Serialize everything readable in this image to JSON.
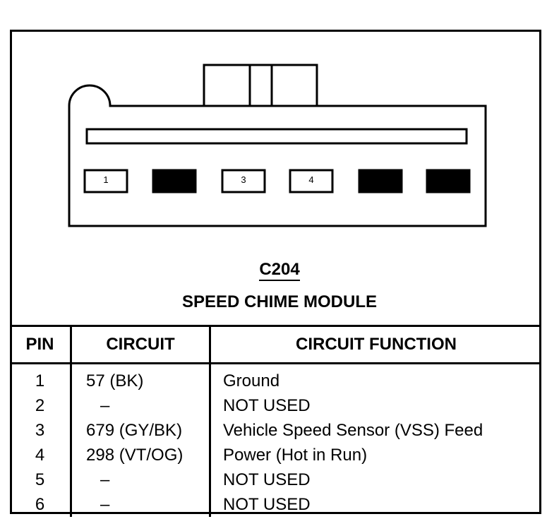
{
  "connector": {
    "id": "C204",
    "name": "SPEED CHIME MODULE",
    "cavities": [
      {
        "label": "1",
        "used": true
      },
      {
        "label": "",
        "used": false
      },
      {
        "label": "3",
        "used": true
      },
      {
        "label": "4",
        "used": true
      },
      {
        "label": "",
        "used": false
      },
      {
        "label": "",
        "used": false
      }
    ]
  },
  "table": {
    "headers": {
      "pin": "PIN",
      "circuit": "CIRCUIT",
      "function": "CIRCUIT FUNCTION"
    },
    "rows": [
      {
        "pin": "1",
        "circuit": "57 (BK)",
        "function": "Ground"
      },
      {
        "pin": "2",
        "circuit": "–",
        "function": "NOT USED"
      },
      {
        "pin": "3",
        "circuit": "679 (GY/BK)",
        "function": "Vehicle Speed Sensor (VSS) Feed"
      },
      {
        "pin": "4",
        "circuit": "298 (VT/OG)",
        "function": "Power (Hot in Run)"
      },
      {
        "pin": "5",
        "circuit": "–",
        "function": "NOT USED"
      },
      {
        "pin": "6",
        "circuit": "–",
        "function": "NOT USED"
      }
    ]
  }
}
